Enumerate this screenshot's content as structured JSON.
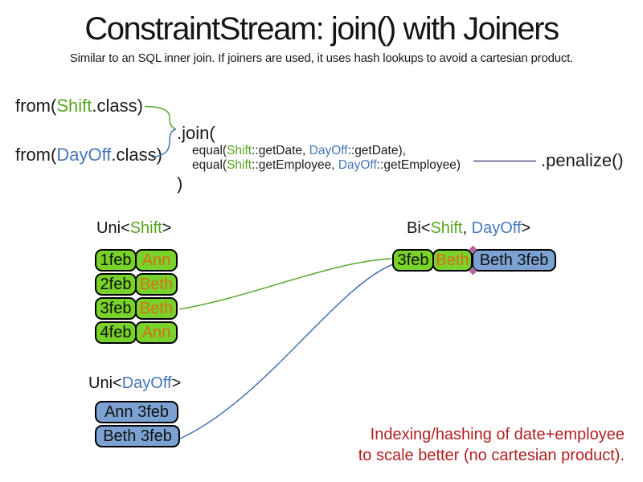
{
  "slide": {
    "title": "ConstraintStream: join() with Joiners",
    "subtitle": "Similar to an SQL inner join. If joiners are used, it uses hash lookups to avoid a cartesian product."
  },
  "code": {
    "from_shift": {
      "pre": "from(",
      "class_name": "Shift",
      "post": ".class)"
    },
    "from_dayoff": {
      "pre": "from(",
      "class_name": "DayOff",
      "post": ".class)"
    },
    "join_open": ".join(",
    "joiners": [
      {
        "pre": "equal(",
        "left_class": "Shift",
        "left_rest": "::getDate, ",
        "right_class": "DayOff",
        "right_rest": "::getDate),"
      },
      {
        "pre": "equal(",
        "left_class": "Shift",
        "left_rest": "::getEmployee, ",
        "right_class": "DayOff",
        "right_rest": "::getEmployee)"
      }
    ],
    "join_close": ")",
    "penalize": ".penalize()"
  },
  "uni_shift": {
    "label": {
      "pre": "Uni<",
      "type": "Shift",
      "post": ">"
    },
    "rows": [
      {
        "date": "1feb",
        "employee": "Ann"
      },
      {
        "date": "2feb",
        "employee": "Beth"
      },
      {
        "date": "3feb",
        "employee": "Beth"
      },
      {
        "date": "4feb",
        "employee": "Ann"
      }
    ]
  },
  "bi": {
    "label": {
      "pre": "Bi<",
      "type1": "Shift",
      "sep": ", ",
      "type2": "DayOff",
      "post": ">"
    },
    "row": {
      "shift_date": "3feb",
      "shift_employee": "Beth",
      "dayoff": "Beth 3feb"
    }
  },
  "uni_dayoff": {
    "label": {
      "pre": "Uni<",
      "type": "DayOff",
      "post": ">"
    },
    "rows": [
      {
        "text": "Ann 3feb"
      },
      {
        "text": "Beth 3feb"
      }
    ]
  },
  "note": {
    "line1": "Indexing/hashing of date+employee",
    "line2": "to scale better (no cartesian product)."
  },
  "colors": {
    "shift_green_text": "#57a41f",
    "dayoff_blue_text": "#4576ba",
    "employee_orange_text": "#d96c15",
    "green_fill": "#79d22b",
    "blue_fill": "#7ba2d3",
    "note_red": "#b22020",
    "purple_line": "#5e4a7d",
    "green_line": "#56a82d",
    "blue_line": "#4672b2"
  }
}
